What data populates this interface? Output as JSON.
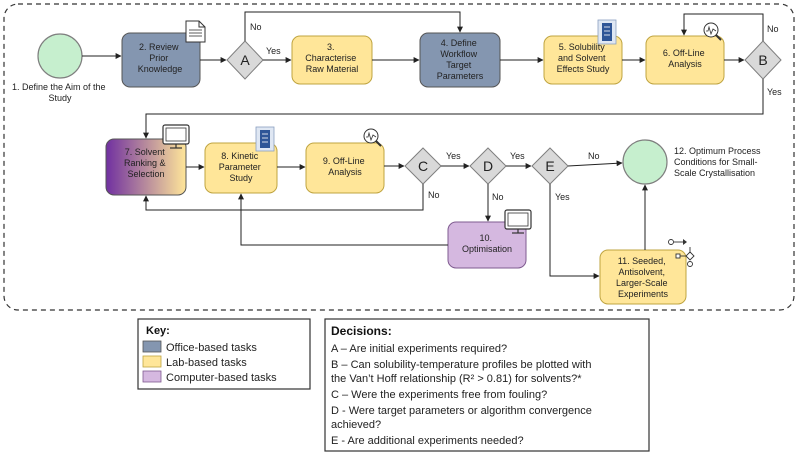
{
  "nodes": {
    "aim": [
      "1. Define the Aim of the",
      "Study"
    ],
    "review": [
      "2. Review",
      "Prior",
      "Knowledge"
    ],
    "characterise": [
      "3.",
      "Characterise",
      "Raw Material"
    ],
    "workflow": [
      "4. Define",
      "Workflow",
      "Target",
      "Parameters"
    ],
    "solubility": [
      "5. Solubility",
      "and Solvent",
      "Effects Study"
    ],
    "offline6": [
      "6. Off-Line",
      "Analysis"
    ],
    "ranking": [
      "7. Solvent",
      "Ranking &",
      "Selection"
    ],
    "kinetic": [
      "8. Kinetic",
      "Parameter",
      "Study"
    ],
    "offline9": [
      "9. Off-Line",
      "Analysis"
    ],
    "optimisation": [
      "10.",
      "Optimisation"
    ],
    "seeded": [
      "11. Seeded,",
      "Antisolvent,",
      "Larger-Scale",
      "Experiments"
    ],
    "optimum": [
      "12. Optimum Process",
      "Conditions for Small-",
      "Scale Crystallisation"
    ]
  },
  "decisions": {
    "A": "A",
    "B": "B",
    "C": "C",
    "D": "D",
    "E": "E"
  },
  "edge_labels": {
    "yes": "Yes",
    "no": "No"
  },
  "key": {
    "title": "Key:",
    "items": [
      {
        "label": "Office-based tasks",
        "color": "#8496b0"
      },
      {
        "label": "Lab-based tasks",
        "color": "#ffe699"
      },
      {
        "label": "Computer-based tasks",
        "color": "#d5b8e0"
      }
    ]
  },
  "decisions_box": {
    "title": "Decisions:",
    "lines": [
      "A – Are initial experiments required?",
      "B – Can solubility-temperature profiles be plotted with",
      "the Van’t Hoff relationship (R² > 0.81) for solvents?*",
      "C – Were the experiments free from fouling?",
      "D - Were target parameters or algorithm convergence",
      "achieved?",
      "E - Are additional experiments needed?"
    ]
  },
  "colors": {
    "office": "#8496b0",
    "lab": "#ffe699",
    "computer": "#d5b8e0",
    "start_end": "#c6efce",
    "decision": "#d9d9d9",
    "ranking_dark": "#7030a0"
  },
  "icons": [
    "document-icon",
    "server-rack-icon",
    "analysis-magnifier-icon",
    "monitor-icon",
    "reaction-scheme-icon"
  ]
}
